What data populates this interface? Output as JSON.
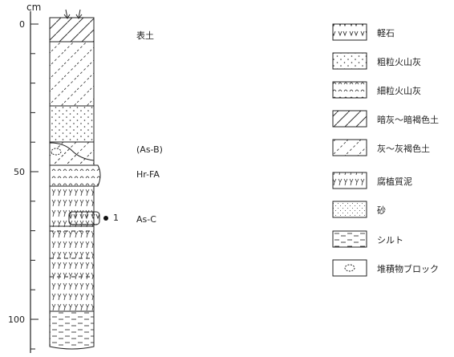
{
  "scale": {
    "unit": "cm",
    "ticks": [
      {
        "label": "0"
      },
      {
        "label": "50"
      },
      {
        "label": "100"
      }
    ]
  },
  "layers": [
    {
      "label": "表土"
    },
    {
      "label": "(As-B)"
    },
    {
      "label": "Hr-FA"
    },
    {
      "label": "As-C"
    }
  ],
  "sample": {
    "label": "1"
  },
  "legend": [
    {
      "key": "pumice",
      "label": "軽石",
      "pattern": "v v"
    },
    {
      "key": "coarse-ash",
      "label": "粗粒火山灰"
    },
    {
      "key": "fine-ash",
      "label": "細粒火山灰",
      "pattern": "ʌʌ"
    },
    {
      "key": "dark-gray-brown-soil",
      "label": "暗灰～暗褐色土"
    },
    {
      "key": "gray-brown-soil",
      "label": "灰～灰褐色土"
    },
    {
      "key": "humic-mud",
      "label": "腐植質泥",
      "pattern": "y y"
    },
    {
      "key": "sand",
      "label": "砂"
    },
    {
      "key": "silt",
      "label": "シルト"
    },
    {
      "key": "sediment-block",
      "label": "堆積物ブロック"
    }
  ]
}
